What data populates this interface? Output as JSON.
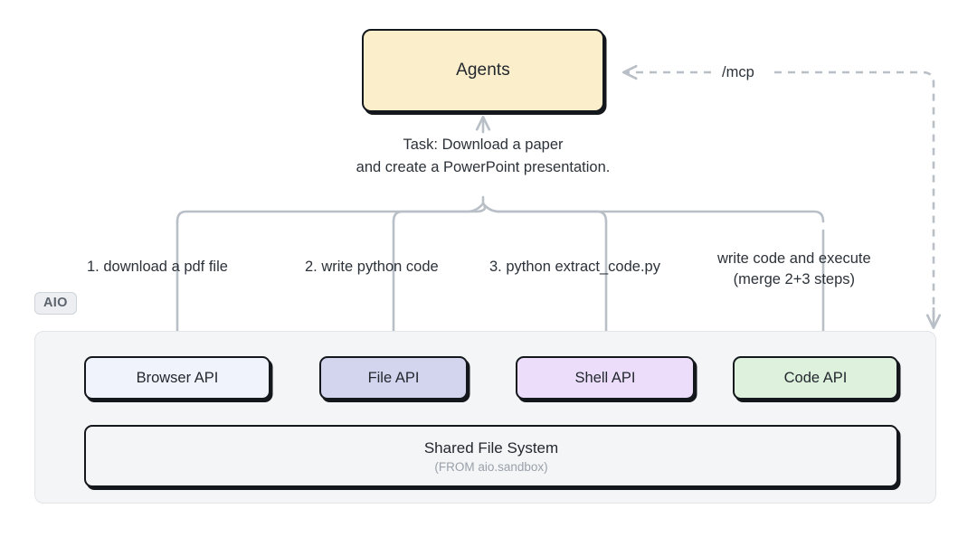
{
  "diagram": {
    "agents": {
      "label": "Agents"
    },
    "task_caption": {
      "line1": "Task: Download a paper",
      "line2": "and create a PowerPoint presentation."
    },
    "mcp": {
      "label": "/mcp"
    },
    "steps": [
      {
        "label": "1. download a pdf file"
      },
      {
        "label": "2. write python code"
      },
      {
        "label": "3. python extract_code.py"
      },
      {
        "label": "write code and execute",
        "sublabel": "(merge 2+3 steps)"
      }
    ],
    "aio": {
      "badge": "AIO",
      "apis": [
        {
          "label": "Browser API",
          "color": "#f0f3fc"
        },
        {
          "label": "File API",
          "color": "#d3d5ef"
        },
        {
          "label": "Shell API",
          "color": "#ecdefb"
        },
        {
          "label": "Code API",
          "color": "#ddf1dd"
        }
      ],
      "shared_file_system": {
        "title": "Shared File System",
        "subtitle": "(FROM aio.sandbox)"
      }
    },
    "colors": {
      "agents_fill": "#fbeecb",
      "node_border": "#14181c",
      "container_fill": "#f4f5f7",
      "connector": "#b9bfc6",
      "text": "#2c3239",
      "muted_text": "#9aa1aa"
    }
  }
}
